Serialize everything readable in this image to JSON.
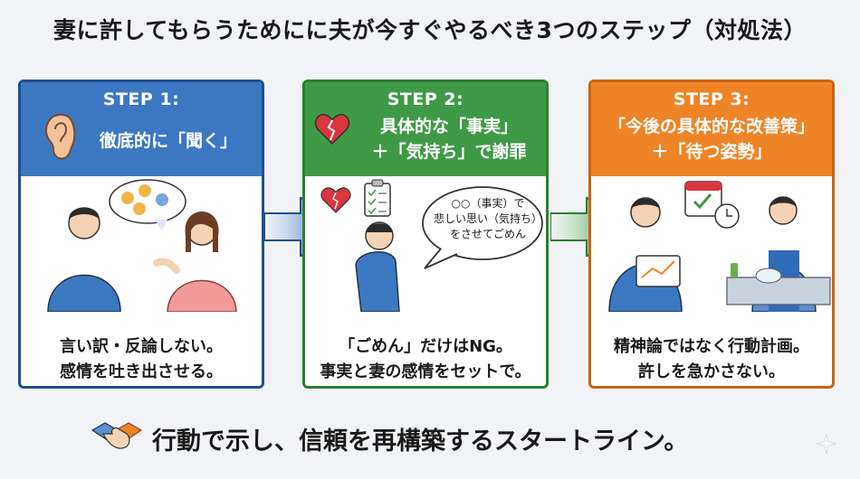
{
  "title": "妻に許してもらうためにに夫が今すぐやるべき3つのステップ（対処法）",
  "steps": [
    {
      "step_label": "STEP 1:",
      "heading_lines": [
        "徹底的に「聞く」"
      ],
      "caption_lines": [
        "言い訳・反論しない。",
        "感情を吐き出させる。"
      ],
      "color": "#3c78c2"
    },
    {
      "step_label": "STEP 2:",
      "heading_lines": [
        "具体的な「事実」",
        "＋「気持ち」で謝罪"
      ],
      "caption_lines": [
        "「ごめん」だけはNG。",
        "事実と妻の感情をセットで。"
      ],
      "speech_lines": [
        "○○（事実）で",
        "悲しい思い（気持ち）",
        "をさせてごめん"
      ],
      "color": "#3f9a45"
    },
    {
      "step_label": "STEP 3:",
      "heading_lines": [
        "「今後の具体的な改善策」",
        "＋「待つ姿勢」"
      ],
      "caption_lines": [
        "精神論ではなく行動計画。",
        "許しを急かさない。"
      ],
      "color": "#ef8426"
    }
  ],
  "footer": {
    "text": "行動で示し、信頼を再構築するスタートライン。"
  },
  "icons": [
    "ear-icon",
    "broken-heart-icon",
    "checklist-icon",
    "calendar-icon",
    "clock-icon",
    "handshake-icon",
    "sparkle-icon"
  ]
}
